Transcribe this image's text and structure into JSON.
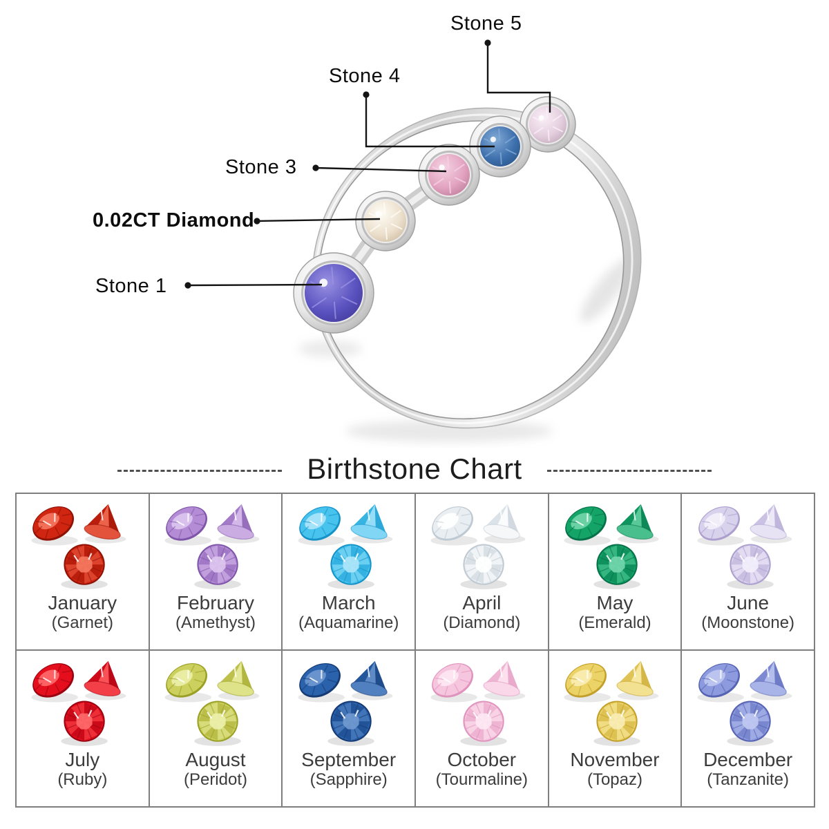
{
  "diagram": {
    "callouts": [
      {
        "id": "stone-5",
        "label": "Stone 5"
      },
      {
        "id": "stone-4",
        "label": "Stone 4"
      },
      {
        "id": "stone-3",
        "label": "Stone 3"
      },
      {
        "id": "diamond",
        "label": "0.02CT Diamond"
      },
      {
        "id": "stone-1",
        "label": "Stone 1"
      }
    ],
    "ring_stones": [
      {
        "id": "stone1",
        "base": "#5b53c0",
        "light": "#9a92e2",
        "dark": "#3b3390"
      },
      {
        "id": "diamond",
        "base": "#ece0cd",
        "light": "#fffdf6",
        "dark": "#c6b296"
      },
      {
        "id": "stone3",
        "base": "#e2a3c0",
        "light": "#f5d2e3",
        "dark": "#b1718f"
      },
      {
        "id": "stone4",
        "base": "#3e70ad",
        "light": "#82aad6",
        "dark": "#244d7e"
      },
      {
        "id": "stone5",
        "base": "#e4cede",
        "light": "#faeff7",
        "dark": "#b79fb0"
      }
    ],
    "metal_color": "#d6d6d6",
    "line_color": "#141414"
  },
  "birthstone_chart": {
    "title": "Birthstone Chart",
    "months": [
      {
        "month": "January",
        "stone": "(Garnet)",
        "base": "#cf2511",
        "light": "#f4785f",
        "dark": "#8f1206"
      },
      {
        "month": "February",
        "stone": "(Amethyst)",
        "base": "#b48cd6",
        "light": "#dcc6ee",
        "dark": "#7e55a8"
      },
      {
        "month": "March",
        "stone": "(Aquamarine)",
        "base": "#47c3ee",
        "light": "#aee6fa",
        "dark": "#1592c8"
      },
      {
        "month": "April",
        "stone": "(Diamond)",
        "base": "#e9eef2",
        "light": "#ffffff",
        "dark": "#bfc9d2"
      },
      {
        "month": "May",
        "stone": "(Emerald)",
        "base": "#14a467",
        "light": "#72d6ab",
        "dark": "#07714a"
      },
      {
        "month": "June",
        "stone": "(Moonstone)",
        "base": "#d9d2ec",
        "light": "#f3effb",
        "dark": "#ac9fce"
      },
      {
        "month": "July",
        "stone": "(Ruby)",
        "base": "#e40e1d",
        "light": "#ff6a6b",
        "dark": "#9a0310"
      },
      {
        "month": "August",
        "stone": "(Peridot)",
        "base": "#ccd05e",
        "light": "#ecf0ab",
        "dark": "#9aa026"
      },
      {
        "month": "September",
        "stone": "(Sapphire)",
        "base": "#2a62ac",
        "light": "#7099cf",
        "dark": "#153a74"
      },
      {
        "month": "October",
        "stone": "(Tourmaline)",
        "base": "#f6c6de",
        "light": "#fde8f3",
        "dark": "#df93bd"
      },
      {
        "month": "November",
        "stone": "(Topaz)",
        "base": "#ecd368",
        "light": "#f9edb4",
        "dark": "#c3a02b"
      },
      {
        "month": "December",
        "stone": "(Tanzanite)",
        "base": "#8d9ade",
        "light": "#c0c9f1",
        "dark": "#5663b2"
      }
    ]
  }
}
